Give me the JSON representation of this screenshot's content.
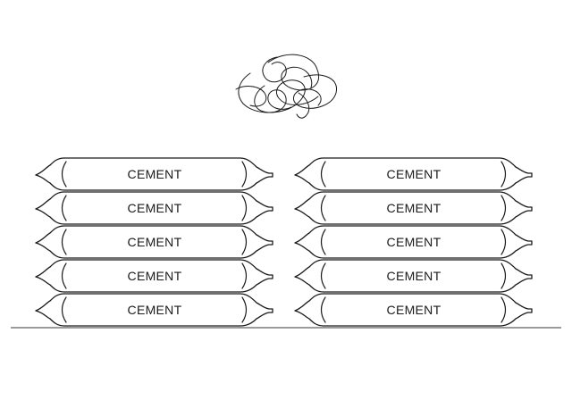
{
  "stacks": [
    {
      "bags": [
        "CEMENT",
        "CEMENT",
        "CEMENT",
        "CEMENT",
        "CEMENT"
      ]
    },
    {
      "bags": [
        "CEMENT",
        "CEMENT",
        "CEMENT",
        "CEMENT",
        "CEMENT"
      ]
    }
  ],
  "colors": {
    "line": "#1a1a1a",
    "ground": "#7a7a7a",
    "background": "#ffffff"
  }
}
